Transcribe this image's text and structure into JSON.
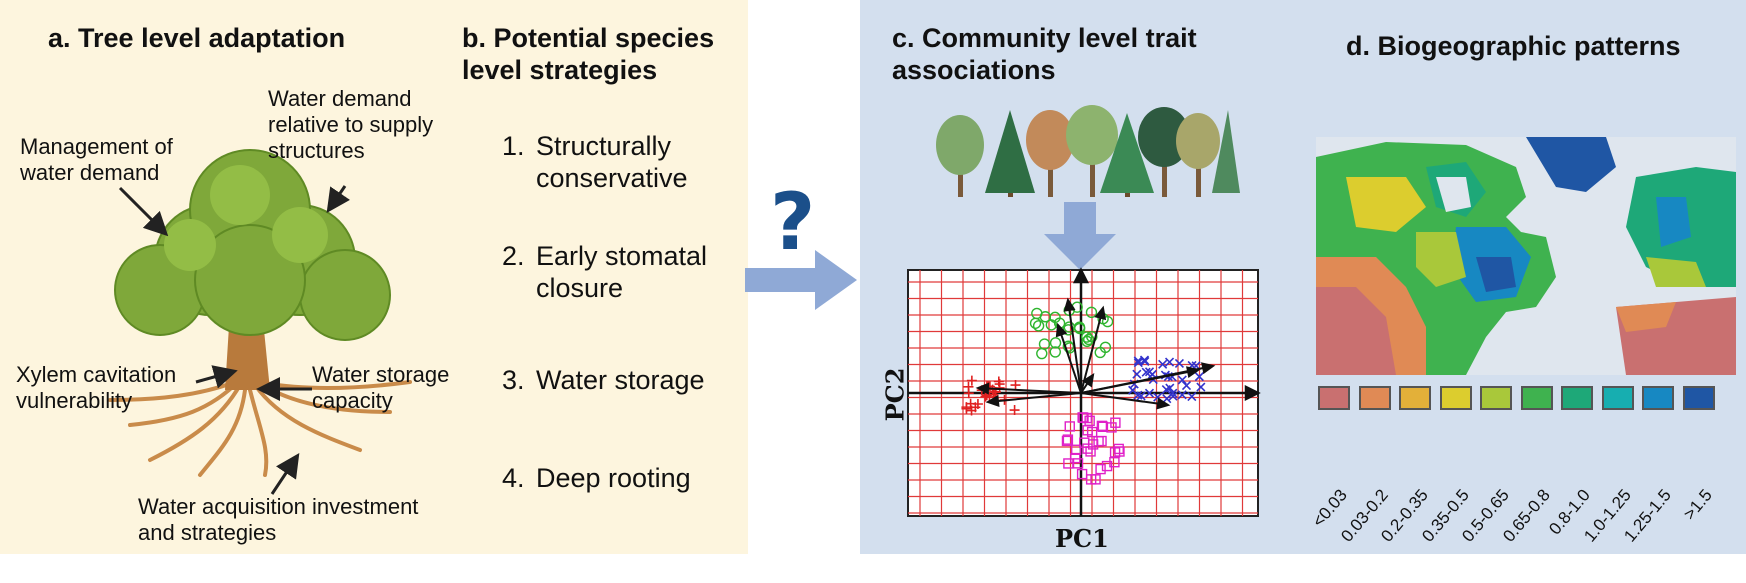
{
  "panel_a": {
    "title": "a. Tree level adaptation",
    "labels": {
      "management": "Management of water demand",
      "water_demand": "Water demand relative to supply structures",
      "xylem": "Xylem cavitation vulnerability",
      "storage": "Water storage capacity",
      "acquisition": "Water acquisition investment and strategies"
    }
  },
  "panel_b": {
    "title": "b. Potential species level strategies",
    "items": [
      {
        "num": "1.",
        "text": "Structurally conservative"
      },
      {
        "num": "2.",
        "text": "Early stomatal closure"
      },
      {
        "num": "3.",
        "text": "Water storage"
      },
      {
        "num": "4.",
        "text": "Deep rooting"
      }
    ]
  },
  "question_mark": "?",
  "panel_c": {
    "title": "c. Community level trait associations",
    "xlabel": "PC1",
    "ylabel": "PC2"
  },
  "panel_d": {
    "title": "d. Biogeographic patterns",
    "legend": [
      {
        "label": "<0.03",
        "color": "#c97070"
      },
      {
        "label": "0.03-0.2",
        "color": "#e08a55"
      },
      {
        "label": "0.2-0.35",
        "color": "#e3b039"
      },
      {
        "label": "0.35-0.5",
        "color": "#dccd2e"
      },
      {
        "label": "0.5-0.65",
        "color": "#a9c83a"
      },
      {
        "label": "0.65-0.8",
        "color": "#3fb24f"
      },
      {
        "label": "0.8-1.0",
        "color": "#1ea878"
      },
      {
        "label": "1.0-1.25",
        "color": "#17aeb0"
      },
      {
        "label": "1.25-1.5",
        "color": "#1788c2"
      },
      {
        "label": ">1.5",
        "color": "#1f56a4"
      }
    ]
  },
  "colors": {
    "left_bg": "#fdf5de",
    "right_bg": "#d3dfee",
    "arrow_blue": "#8fa9d6",
    "grid_red": "#e03a3a",
    "cluster_red": "#e02020",
    "cluster_green": "#2fb52f",
    "cluster_blue": "#3333cc",
    "cluster_magenta": "#e020c8"
  }
}
